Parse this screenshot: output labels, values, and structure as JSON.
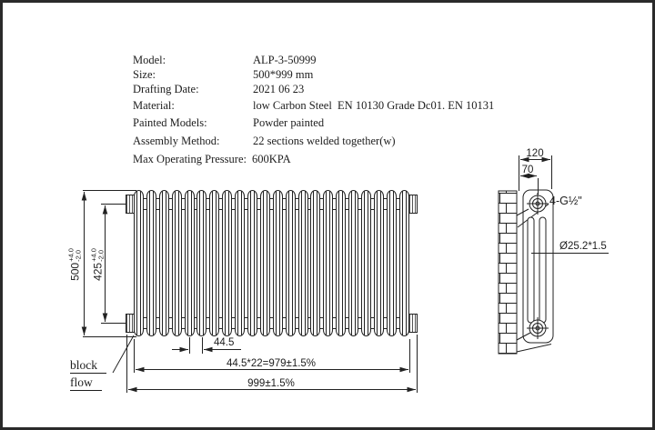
{
  "specs": {
    "rows": [
      {
        "label": "Model:",
        "value": "ALP-3-50999"
      },
      {
        "label": "Size:",
        "value": "500*999 mm"
      },
      {
        "label": "Drafting Date:",
        "value": "2021 06 23"
      },
      {
        "label": "Material:",
        "value": "low Carbon Steel  EN 10130 Grade Dc01. EN 10131"
      },
      {
        "label": "Painted Models:",
        "value": "Powder painted"
      },
      {
        "label": "Assembly Method:",
        "value": "22 sections welded together(w)"
      },
      {
        "label": "Max Operating Pressure:",
        "value": "600KPA"
      }
    ]
  },
  "front_view": {
    "sections_count": 22,
    "dimensions": {
      "height": {
        "value": "500",
        "tol_plus": "+4.0",
        "tol_minus": "-2.0"
      },
      "pitch_height": {
        "value": "425",
        "tol_plus": "+4.0",
        "tol_minus": "-2.0"
      },
      "section_width": "44.5",
      "sections_total": "44.5*22=979±1.5%",
      "overall_width": "999±1.5%"
    },
    "labels": {
      "block": "block",
      "flow": "flow"
    }
  },
  "side_view": {
    "dimensions": {
      "depth": "120",
      "wall_to_pipe_center": "70",
      "connection": "4-G½\"",
      "tube_spec": "Ø25.2*1.5"
    }
  },
  "colors": {
    "line": "#222222",
    "background": "#ffffff",
    "frame": "#2a2a2a"
  }
}
